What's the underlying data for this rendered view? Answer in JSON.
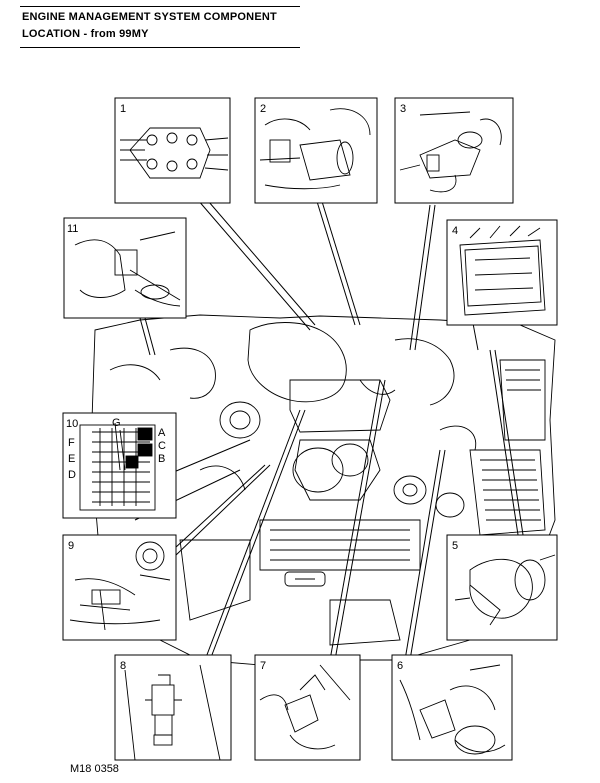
{
  "header": {
    "title_line1": "ENGINE MANAGEMENT SYSTEM COMPONENT",
    "title_line2": "LOCATION - from 99MY"
  },
  "callouts": [
    "1",
    "2",
    "3",
    "4",
    "5",
    "6",
    "7",
    "8",
    "9",
    "10",
    "11"
  ],
  "connector_letters": [
    "A",
    "B",
    "C",
    "D",
    "E",
    "F",
    "G"
  ],
  "figure_ref": "M18 0358"
}
